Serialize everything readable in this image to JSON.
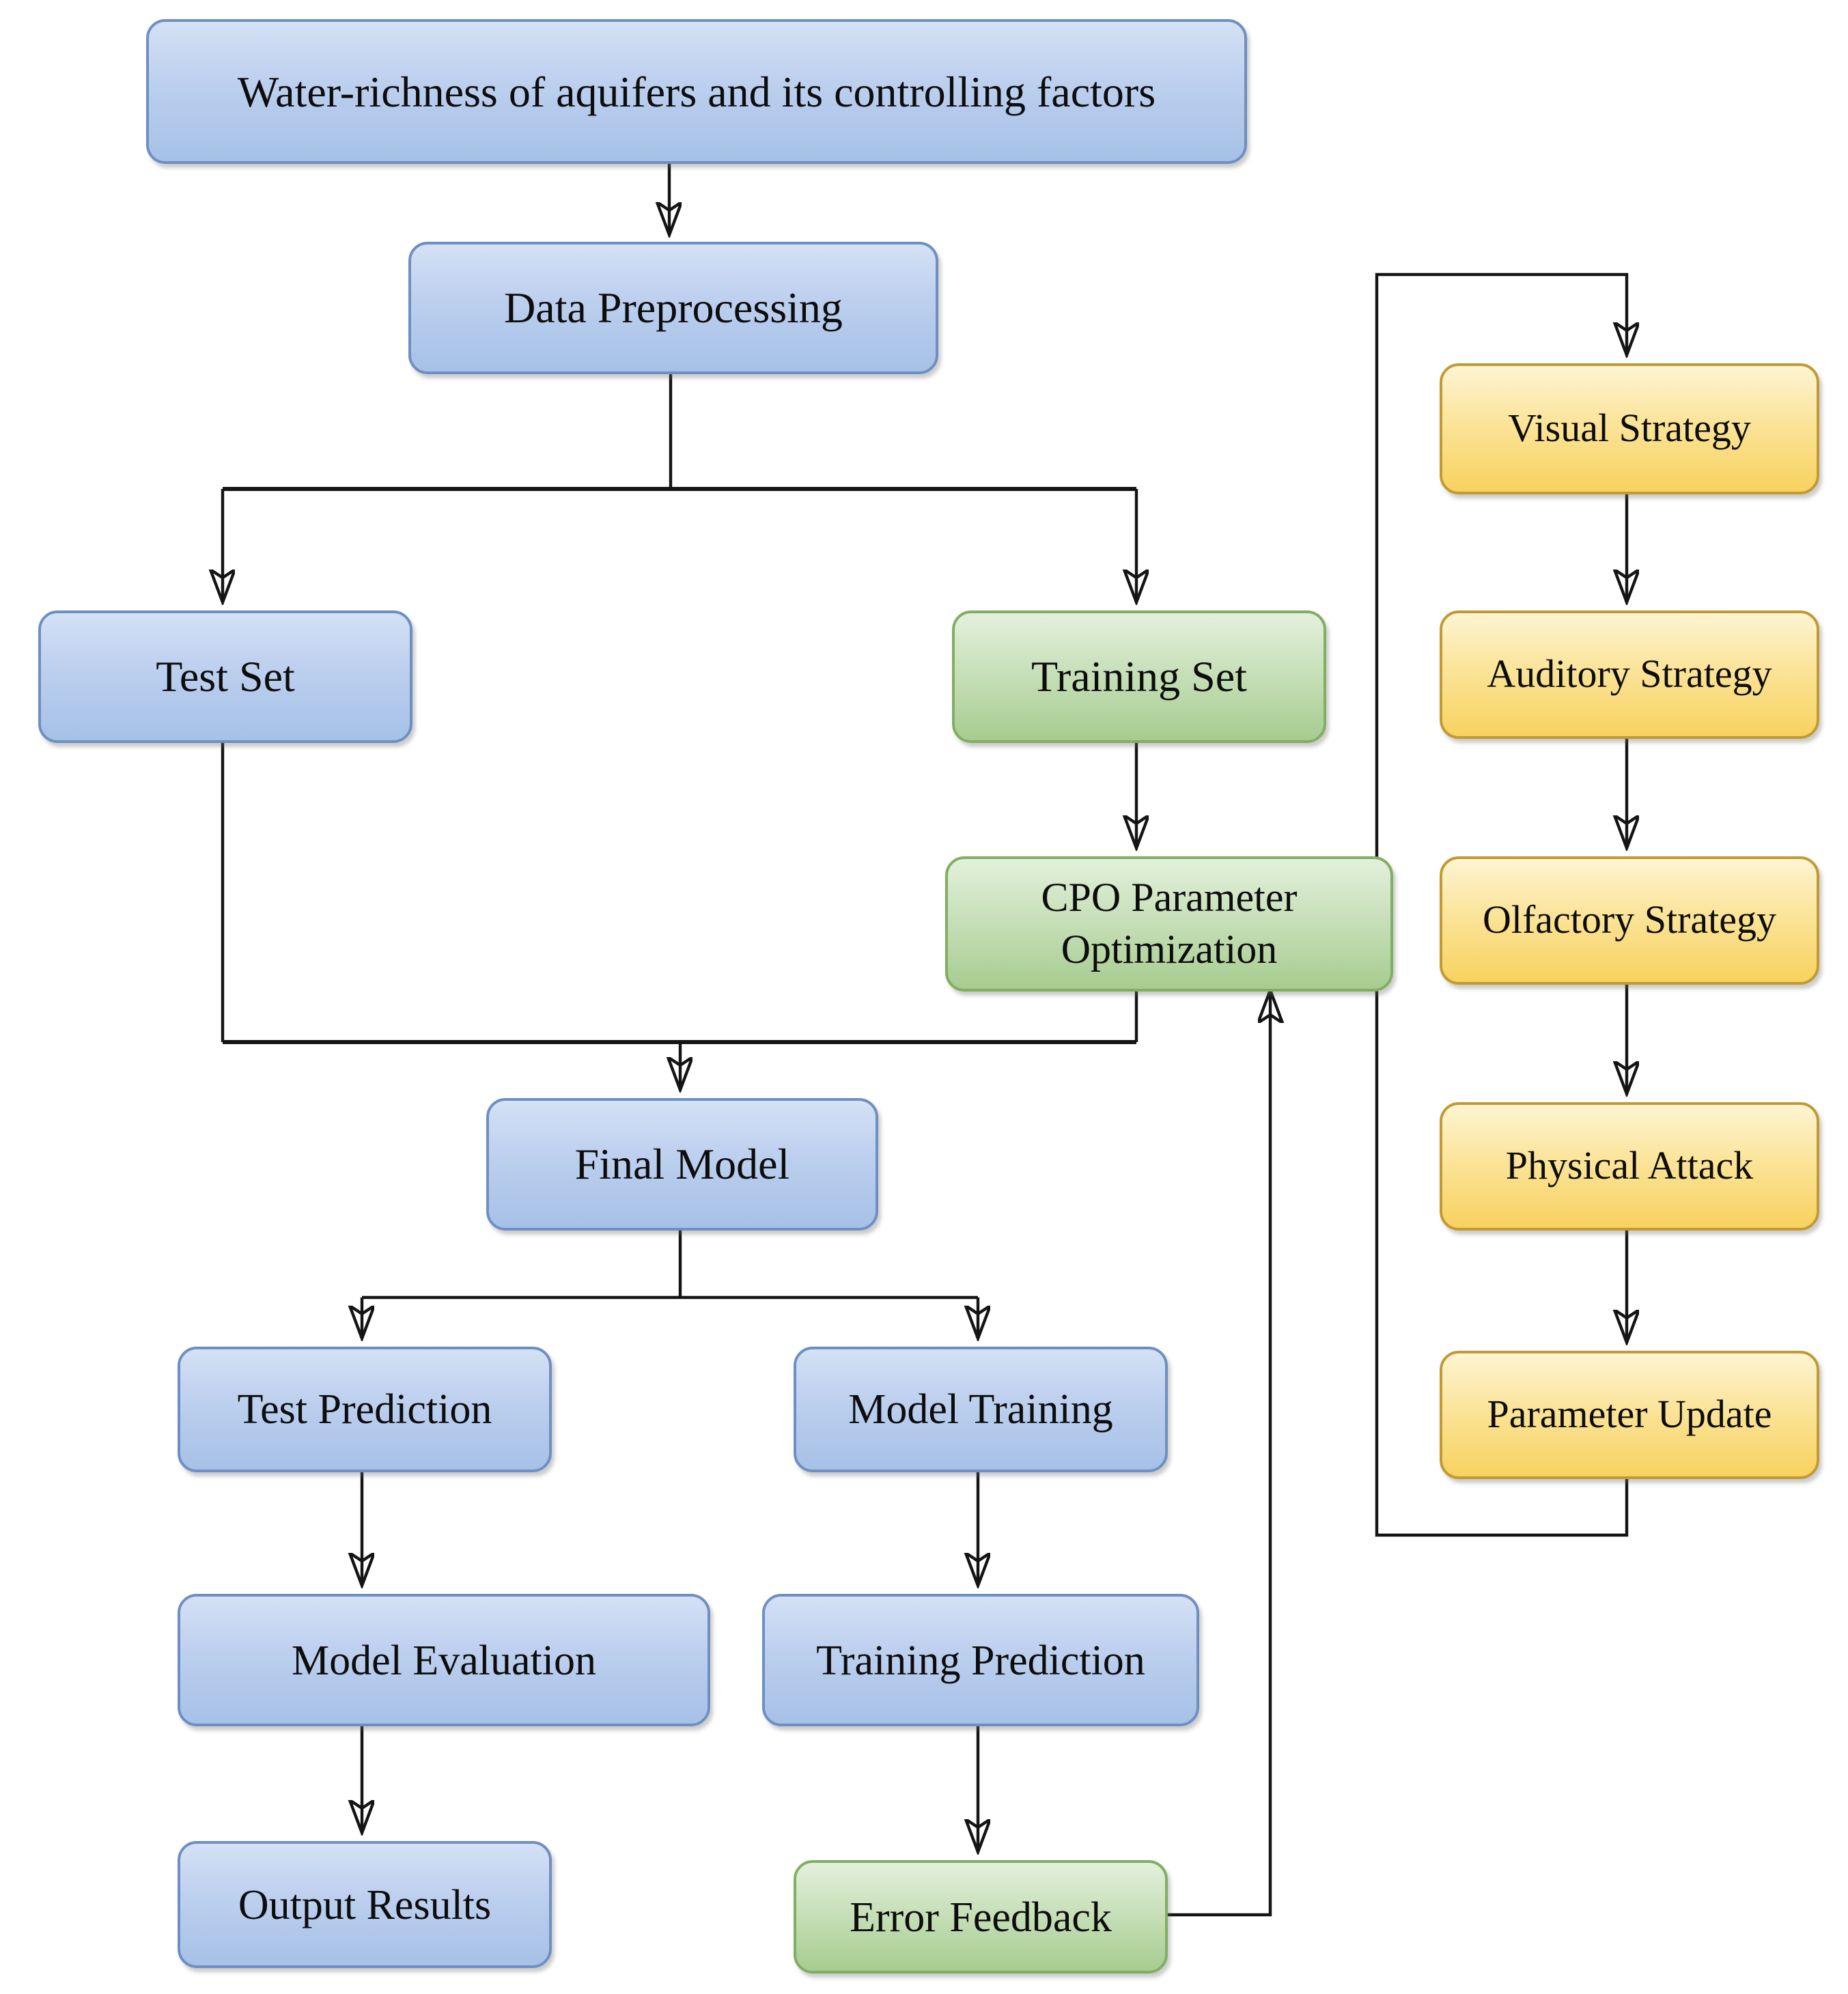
{
  "diagram": {
    "background": "#ffffff",
    "nodes": [
      {
        "id": "water-richness",
        "label": "Water-richness of aquifers and its controlling factors",
        "style": "blue"
      },
      {
        "id": "data-preprocessing",
        "label": "Data Preprocessing",
        "style": "blue"
      },
      {
        "id": "test-set",
        "label": "Test Set",
        "style": "blue"
      },
      {
        "id": "training-set",
        "label": "Training Set",
        "style": "green"
      },
      {
        "id": "cpo-parameter-optimization",
        "label": "CPO Parameter Optimization",
        "style": "green"
      },
      {
        "id": "final-model",
        "label": "Final Model",
        "style": "blue"
      },
      {
        "id": "test-prediction",
        "label": "Test Prediction",
        "style": "blue"
      },
      {
        "id": "model-training",
        "label": "Model Training",
        "style": "blue"
      },
      {
        "id": "model-evaluation",
        "label": "Model Evaluation",
        "style": "blue"
      },
      {
        "id": "training-prediction",
        "label": "Training Prediction",
        "style": "blue"
      },
      {
        "id": "output-results",
        "label": "Output Results",
        "style": "blue"
      },
      {
        "id": "error-feedback",
        "label": "Error Feedback",
        "style": "green"
      },
      {
        "id": "visual-strategy",
        "label": "Visual Strategy",
        "style": "yellow"
      },
      {
        "id": "auditory-strategy",
        "label": "Auditory Strategy",
        "style": "yellow"
      },
      {
        "id": "olfactory-strategy",
        "label": "Olfactory Strategy",
        "style": "yellow"
      },
      {
        "id": "physical-attack",
        "label": "Physical Attack",
        "style": "yellow"
      },
      {
        "id": "parameter-update",
        "label": "Parameter Update",
        "style": "yellow"
      }
    ],
    "edges": [
      {
        "from": "water-richness",
        "to": "data-preprocessing"
      },
      {
        "from": "data-preprocessing",
        "to": "test-set"
      },
      {
        "from": "data-preprocessing",
        "to": "training-set"
      },
      {
        "from": "training-set",
        "to": "cpo-parameter-optimization"
      },
      {
        "from": "test-set",
        "to": "final-model"
      },
      {
        "from": "cpo-parameter-optimization",
        "to": "final-model"
      },
      {
        "from": "final-model",
        "to": "test-prediction"
      },
      {
        "from": "final-model",
        "to": "model-training"
      },
      {
        "from": "test-prediction",
        "to": "model-evaluation"
      },
      {
        "from": "model-evaluation",
        "to": "output-results"
      },
      {
        "from": "model-training",
        "to": "training-prediction"
      },
      {
        "from": "training-prediction",
        "to": "error-feedback"
      },
      {
        "from": "error-feedback",
        "to": "cpo-parameter-optimization"
      },
      {
        "from": "cpo-parameter-optimization",
        "to": "visual-strategy"
      },
      {
        "from": "visual-strategy",
        "to": "auditory-strategy"
      },
      {
        "from": "auditory-strategy",
        "to": "olfactory-strategy"
      },
      {
        "from": "olfactory-strategy",
        "to": "physical-attack"
      },
      {
        "from": "physical-attack",
        "to": "parameter-update"
      },
      {
        "from": "parameter-update",
        "to": "visual-strategy"
      }
    ],
    "colors": {
      "blue_top": "#d4e1f5",
      "blue_bot": "#a6c1e7",
      "blue_border": "#6e8fc1",
      "green_top": "#e3f0dc",
      "green_bot": "#a6cc90",
      "green_border": "#81ae63",
      "yellow_top": "#fdf4d2",
      "yellow_bot": "#f8d25f",
      "yellow_border": "#c19a33",
      "line": "#141414"
    }
  }
}
